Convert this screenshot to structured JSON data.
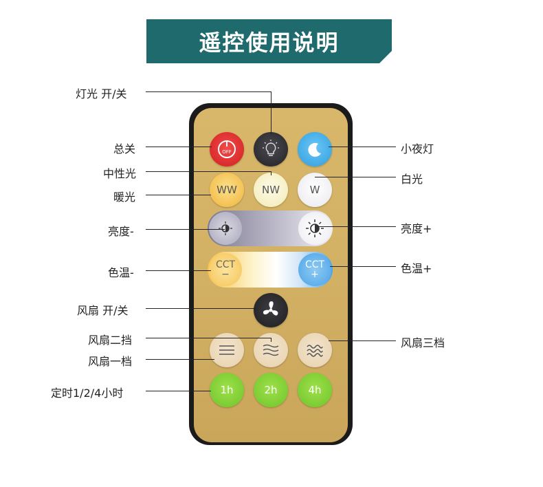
{
  "title": "遥控使用说明",
  "labels": {
    "light_on_off": "灯光 开/关",
    "master_off": "总关",
    "neutral_light": "中性光",
    "warm_light": "暖光",
    "brightness_down": "亮度-",
    "color_temp_down": "色温-",
    "fan_on_off": "风扇 开/关",
    "fan_speed_2": "风扇二挡",
    "fan_speed_1": "风扇一档",
    "timer": "定时1/2/4小时",
    "night_light": "小夜灯",
    "white_light": "白光",
    "brightness_up": "亮度+",
    "color_temp_up": "色温+",
    "fan_speed_3": "风扇三档"
  },
  "buttons": {
    "off": "OFF",
    "ww": "WW",
    "nw": "NW",
    "w": "W",
    "cct": "CCT",
    "minus": "−",
    "plus": "+",
    "timer_1": "1h",
    "timer_2": "2h",
    "timer_4": "4h"
  },
  "colors": {
    "banner": "#1f6a6c",
    "remote_body": "#d2b064",
    "off_button": "#d01f1f",
    "night_button": "#2e9ee0",
    "timer_button": "#6fc42a"
  },
  "icons": [
    "power-icon",
    "bulb-icon",
    "moon-icon",
    "brightness-low-icon",
    "brightness-high-icon",
    "fan-icon",
    "wave-1-icon",
    "wave-2-icon",
    "wave-3-icon"
  ]
}
